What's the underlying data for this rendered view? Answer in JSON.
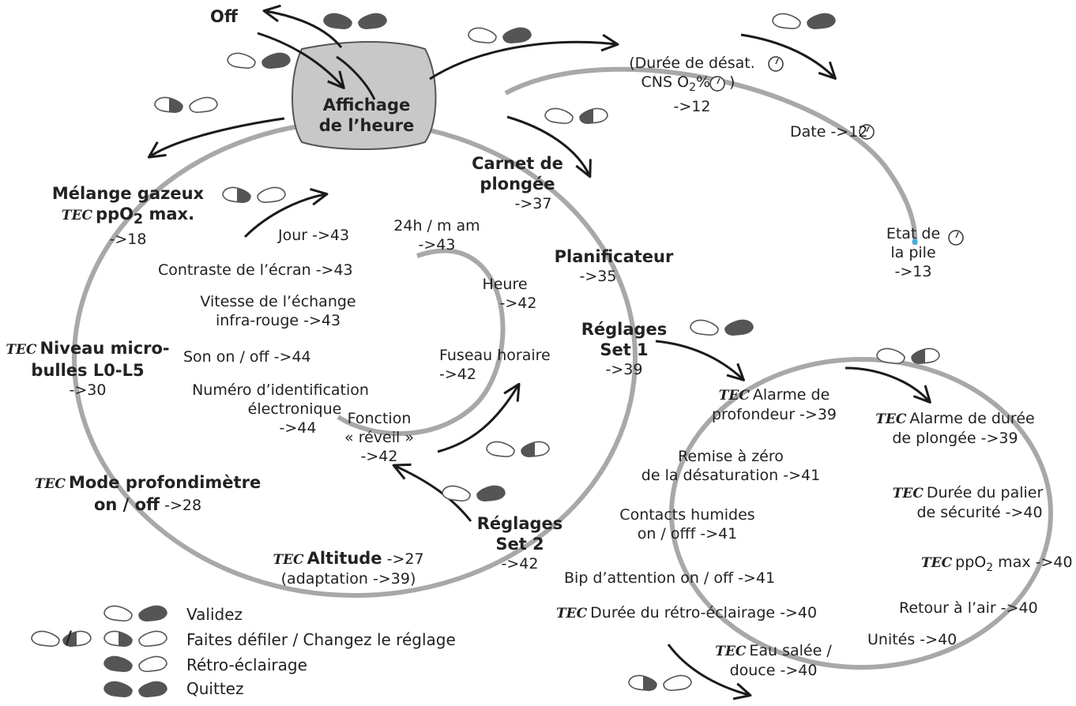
{
  "colors": {
    "ring": "#a8a8a8",
    "arrow": "#1a1a1a",
    "display_fill": "#c8c8c8",
    "button_dark": "#555555",
    "text": "#222222",
    "marker": "#3fb0e0"
  },
  "tec_tag": "TEC",
  "off": "Off",
  "display": {
    "line1": "Affichage",
    "line2": "de l’heure"
  },
  "outer_ring": {
    "melange": {
      "line1": "Mélange gazeux",
      "line2": "ppO",
      "sub": "2",
      "line2_tail": " max.",
      "ref": "->18"
    },
    "niveau": {
      "line1": "Niveau micro-",
      "line2": "bulles L0-L5",
      "ref": "->30"
    },
    "mode": {
      "line1": "Mode profondimètre",
      "line2": "on / off",
      "ref": " ->28"
    },
    "altitude": {
      "name": "Altitude",
      "ref": " ->27",
      "sub": "(adaptation ->39)"
    },
    "carnet": {
      "line1": "Carnet de",
      "line2": "plongée",
      "ref": "->37"
    },
    "planificateur": {
      "name": "Planificateur",
      "ref": "->35"
    },
    "reglages1": {
      "line1": "Réglages",
      "line2": "Set 1",
      "ref": "->39"
    },
    "reglages2": {
      "line1": "Réglages",
      "line2": "Set 2",
      "ref": "->42"
    }
  },
  "inner_ring": {
    "jour": "Jour ->43",
    "h24_line1": "24h / m am",
    "h24_line2": "->43",
    "contraste": "Contraste de l’écran ->43",
    "vitesse_line1": "Vitesse de l’échange",
    "vitesse_line2": "infra-rouge ->43",
    "heure_line1": "Heure",
    "heure_line2": "->42",
    "son": "Son on / off ->44",
    "fuseau_line1": "Fuseau horaire",
    "fuseau_line2": "->42",
    "numero_line1": "Numéro d’identification",
    "numero_line2": "électronique",
    "numero_line3": "->44",
    "fonction_line1": "Fonction",
    "fonction_line2": "« réveil »",
    "fonction_line3": "->42"
  },
  "top_right": {
    "duree_line1": "(Durée de désat.",
    "cns_a": "CNS O",
    "cns_sub": "2",
    "cns_b": "%",
    "cns_close": ")",
    "ref": "->12",
    "date": "Date ->12",
    "etat_line1": "Etat de",
    "etat_line2": "la pile",
    "etat_ref": "->13"
  },
  "right_ring": {
    "alarme_prof_line1": "Alarme de",
    "alarme_prof_line2": "profondeur ->39",
    "alarme_duree_line1": "Alarme de durée",
    "alarme_duree_line2": "de plongée ->39",
    "remise_line1": "Remise à zéro",
    "remise_line2": "de la désaturation ->41",
    "palier_line1": "Durée du palier",
    "palier_line2": "de sécurité ->40",
    "contacts_line1": "Contacts humides",
    "contacts_line2": "on / offf ->41",
    "ppo2_a": "ppO",
    "ppo2_sub": "2",
    "ppo2_b": " max ->40",
    "bip": "Bip d’attention on / off ->41",
    "retour": "Retour à l’air ->40",
    "retro": "Durée du rétro-éclairage ->40",
    "unites": "Unités ->40",
    "eau_line1": "Eau salée /",
    "eau_line2": "douce ->40"
  },
  "legend": {
    "validez": "Validez",
    "defiler": "Faites défiler / Changez le réglage",
    "slash": "/",
    "retro": "Rétro-éclairage",
    "quittez": "Quittez"
  }
}
